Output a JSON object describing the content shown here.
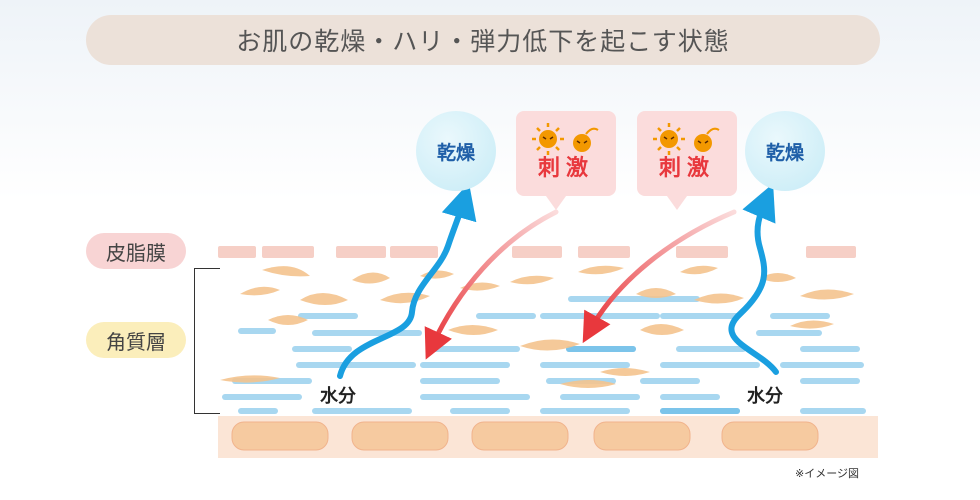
{
  "title": "お肌の乾燥・ハリ・弾力低下を起こす状態",
  "layers": {
    "sebum_label": "皮脂膜",
    "corneum_label": "角質層"
  },
  "bubbles": {
    "dry_left": "乾燥",
    "dry_right": "乾燥"
  },
  "stimulus": {
    "left": "刺激",
    "right": "刺激"
  },
  "water": {
    "left": "水分",
    "right": "水分"
  },
  "note": "※イメージ図",
  "colors": {
    "moisture_arrow": "#1a9fe0",
    "stimulus_arrow": "#e8383d",
    "sebum": "#f6cfc6",
    "cells": "#f4c48e"
  }
}
